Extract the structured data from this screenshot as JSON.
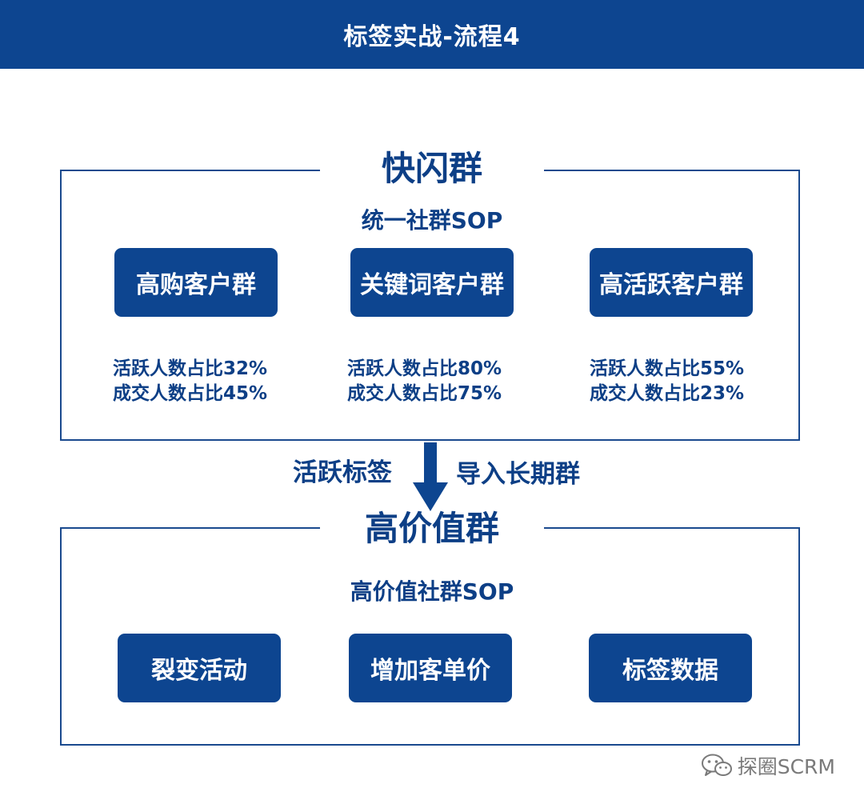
{
  "header": {
    "title": "标签实战-流程4"
  },
  "fast_group": {
    "title": "快闪群",
    "subtitle": "统一社群SOP",
    "groups": [
      {
        "label": "高购客户群",
        "active": "活跃人数占比32%",
        "deal": "成交人数占比45%"
      },
      {
        "label": "关键词客户群",
        "active": "活跃人数占比80%",
        "deal": "成交人数占比75%"
      },
      {
        "label": "高活跃客户群",
        "active": "活跃人数占比55%",
        "deal": "成交人数占比23%"
      }
    ]
  },
  "flow": {
    "left_label": "活跃标签",
    "right_label": "导入长期群"
  },
  "high_value_group": {
    "title": "高价值群",
    "subtitle": "高价值社群SOP",
    "items": [
      {
        "label": "裂变活动"
      },
      {
        "label": "增加客单价"
      },
      {
        "label": "标签数据"
      }
    ]
  },
  "watermark": {
    "text": "探圈SCRM"
  },
  "colors": {
    "primary": "#0d4590",
    "text": "#0d3f86",
    "watermark": "#7a7a7a"
  }
}
